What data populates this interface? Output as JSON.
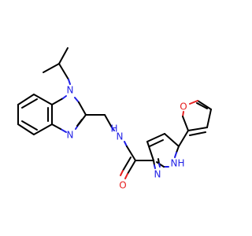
{
  "molecule": {
    "atoms": [
      {
        "key": "n_imid_iso",
        "label": "N",
        "element": "N"
      },
      {
        "key": "n_imid_ring",
        "label": "N",
        "element": "N"
      },
      {
        "key": "n_amide",
        "label": "H",
        "label_prefix": "N",
        "element": "N"
      },
      {
        "key": "o_amide",
        "label": "O",
        "element": "O"
      },
      {
        "key": "n_pyrazole",
        "label": "N",
        "element": "N"
      },
      {
        "key": "nh_pyrazole",
        "label": "N",
        "label_suffix": "H",
        "element": "N"
      },
      {
        "key": "o_furan",
        "label": "O",
        "element": "O"
      }
    ],
    "colors": {
      "carbon_bond": "#000000",
      "nitrogen": "#1f1fe6",
      "oxygen": "#e61f1f"
    }
  }
}
